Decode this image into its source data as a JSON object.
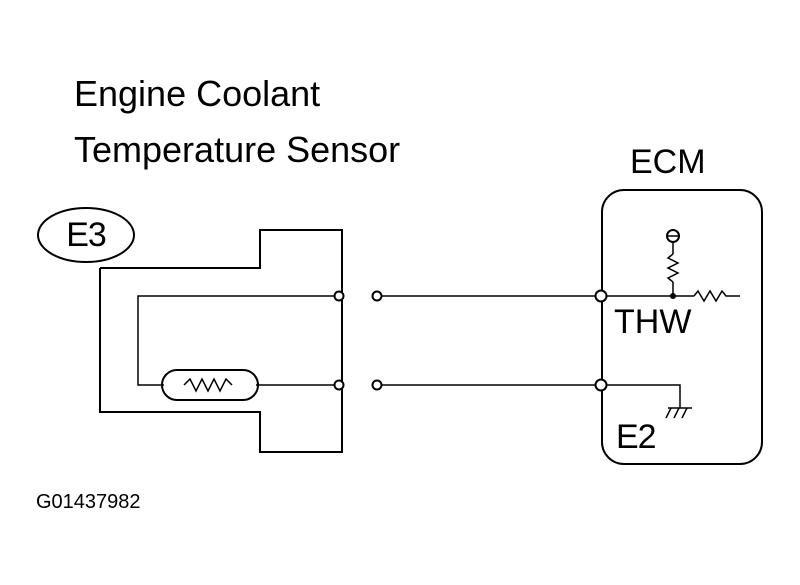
{
  "diagram": {
    "title_lines": [
      "Engine Coolant",
      "Temperature Sensor"
    ],
    "connector": "E3",
    "module": "ECM",
    "terminals": [
      "THW",
      "E2"
    ],
    "figure_code": "G01437982"
  },
  "colors": {
    "line": "#000000",
    "background": "#ffffff"
  }
}
